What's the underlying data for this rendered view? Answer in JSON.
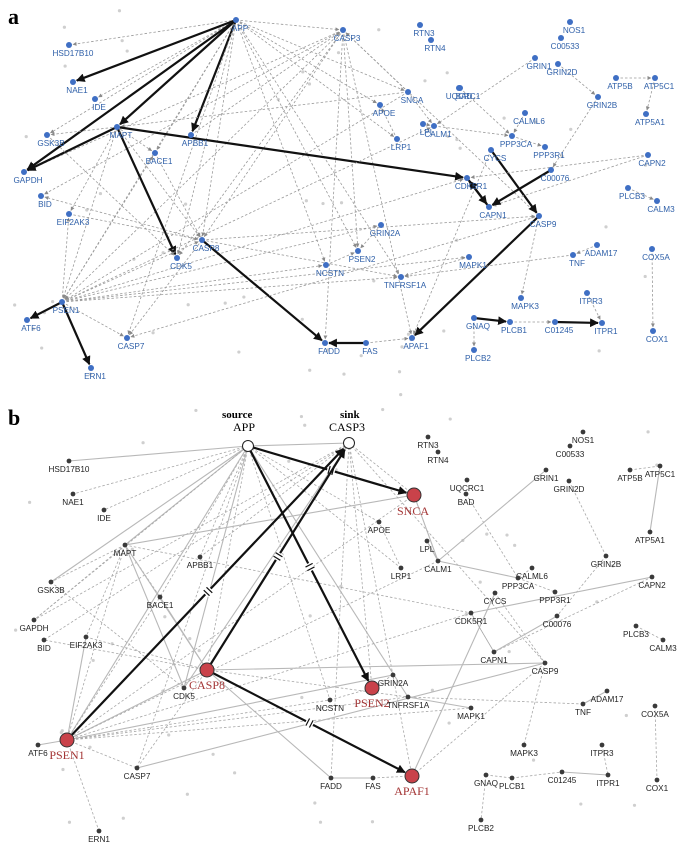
{
  "panels": [
    {
      "id": "a",
      "label": "a"
    },
    {
      "id": "b",
      "label": "b"
    }
  ],
  "legend_b": {
    "source_word": "source",
    "source_node": "APP",
    "sink_word": "sink",
    "sink_node": "CASP3"
  },
  "colors": {
    "node_a": "#3f6fc4",
    "label_a": "#2e5fa8",
    "node_b": "#3a3a3a",
    "highlight_fill": "#c9424a",
    "highlight_label": "#a33434",
    "edge_light": "#9a9a9a",
    "edge_bold": "#111111"
  },
  "nodes": [
    {
      "id": "APP",
      "a": [
        236,
        20
      ],
      "b": [
        248,
        446
      ]
    },
    {
      "id": "HSD17B10",
      "a": [
        69,
        45
      ],
      "b": [
        69,
        461
      ]
    },
    {
      "id": "NAE1",
      "a": [
        73,
        82
      ],
      "b": [
        73,
        494
      ]
    },
    {
      "id": "IDE",
      "a": [
        95,
        99
      ],
      "b": [
        104,
        510
      ]
    },
    {
      "id": "CASP3",
      "a": [
        343,
        30
      ],
      "b": [
        349,
        443
      ]
    },
    {
      "id": "RTN3",
      "a": [
        420,
        25
      ],
      "b": [
        428,
        437
      ]
    },
    {
      "id": "RTN4",
      "a": [
        431,
        40
      ],
      "b": [
        438,
        452
      ]
    },
    {
      "id": "UQCRC1",
      "a": [
        459,
        88
      ],
      "b": [
        467,
        480
      ]
    },
    {
      "id": "NOS1",
      "a": [
        570,
        22
      ],
      "b": [
        583,
        432
      ]
    },
    {
      "id": "C00533",
      "a": [
        561,
        38
      ],
      "b": [
        570,
        446
      ]
    },
    {
      "id": "GRIN1",
      "a": [
        535,
        58
      ],
      "b": [
        546,
        470
      ]
    },
    {
      "id": "GRIN2D",
      "a": [
        558,
        64
      ],
      "b": [
        569,
        481
      ]
    },
    {
      "id": "ATP5B",
      "a": [
        616,
        78
      ],
      "b": [
        630,
        470
      ]
    },
    {
      "id": "ATP5C1",
      "a": [
        655,
        78
      ],
      "b": [
        660,
        466
      ]
    },
    {
      "id": "BAD",
      "a": [
        460,
        88
      ],
      "b": [
        466,
        494
      ]
    },
    {
      "id": "SNCA",
      "a": [
        408,
        92
      ],
      "b": [
        414,
        495
      ]
    },
    {
      "id": "APOE",
      "a": [
        380,
        105
      ],
      "b": [
        379,
        522
      ]
    },
    {
      "id": "GRIN2B",
      "a": [
        598,
        97
      ],
      "b": [
        606,
        556
      ]
    },
    {
      "id": "ATP5A1",
      "a": [
        646,
        114
      ],
      "b": [
        650,
        532
      ]
    },
    {
      "id": "CALML6",
      "a": [
        525,
        113
      ],
      "b": [
        532,
        568
      ]
    },
    {
      "id": "MAPT",
      "a": [
        117,
        127
      ],
      "b": [
        125,
        545
      ]
    },
    {
      "id": "APBB1",
      "a": [
        191,
        135
      ],
      "b": [
        200,
        557
      ]
    },
    {
      "id": "LPL",
      "a": [
        423,
        124
      ],
      "b": [
        427,
        541
      ]
    },
    {
      "id": "CALM1",
      "a": [
        434,
        126
      ],
      "b": [
        438,
        561
      ]
    },
    {
      "id": "PPP3CA",
      "a": [
        512,
        136
      ],
      "b": [
        518,
        578
      ]
    },
    {
      "id": "LRP1",
      "a": [
        397,
        139
      ],
      "b": [
        401,
        568
      ]
    },
    {
      "id": "GSK3B",
      "a": [
        47,
        135
      ],
      "b": [
        51,
        582
      ]
    },
    {
      "id": "PPP3R1",
      "a": [
        545,
        147
      ],
      "b": [
        555,
        592
      ]
    },
    {
      "id": "CYCS",
      "a": [
        491,
        150
      ],
      "b": [
        495,
        593
      ]
    },
    {
      "id": "BACE1",
      "a": [
        155,
        153
      ],
      "b": [
        160,
        597
      ]
    },
    {
      "id": "CAPN2",
      "a": [
        648,
        155
      ],
      "b": [
        652,
        577
      ]
    },
    {
      "id": "C00076",
      "a": [
        551,
        170
      ],
      "b": [
        557,
        616
      ]
    },
    {
      "id": "CDK5R1",
      "a": [
        467,
        178
      ],
      "b": [
        471,
        613
      ]
    },
    {
      "id": "GAPDH",
      "a": [
        24,
        172
      ],
      "b": [
        34,
        620
      ]
    },
    {
      "id": "PLCB3",
      "a": [
        628,
        188
      ],
      "b": [
        636,
        626
      ]
    },
    {
      "id": "CALM3",
      "a": [
        657,
        201
      ],
      "b": [
        663,
        640
      ]
    },
    {
      "id": "BID",
      "a": [
        41,
        196
      ],
      "b": [
        44,
        640
      ]
    },
    {
      "id": "EIF2AK3",
      "a": [
        69,
        214
      ],
      "b": [
        86,
        637
      ]
    },
    {
      "id": "CAPN1",
      "a": [
        489,
        207
      ],
      "b": [
        494,
        652
      ]
    },
    {
      "id": "CASP9",
      "a": [
        539,
        216
      ],
      "b": [
        545,
        663
      ]
    },
    {
      "id": "CASP8",
      "a": [
        202,
        240
      ],
      "b": [
        207,
        670
      ]
    },
    {
      "id": "GRIN2A",
      "a": [
        381,
        225
      ],
      "b": [
        393,
        675
      ]
    },
    {
      "id": "PSEN2",
      "a": [
        358,
        251
      ],
      "b": [
        372,
        688
      ]
    },
    {
      "id": "NCSTN",
      "a": [
        326,
        265
      ],
      "b": [
        330,
        700
      ]
    },
    {
      "id": "CDK5",
      "a": [
        177,
        258
      ],
      "b": [
        184,
        688
      ]
    },
    {
      "id": "TNFRSF1A",
      "a": [
        401,
        277
      ],
      "b": [
        408,
        697
      ]
    },
    {
      "id": "MAPK1",
      "a": [
        469,
        257
      ],
      "b": [
        471,
        708
      ]
    },
    {
      "id": "TNF",
      "a": [
        573,
        255
      ],
      "b": [
        583,
        704
      ]
    },
    {
      "id": "ADAM17",
      "a": [
        597,
        245
      ],
      "b": [
        607,
        691
      ]
    },
    {
      "id": "COX5A",
      "a": [
        652,
        249
      ],
      "b": [
        655,
        706
      ]
    },
    {
      "id": "PSEN1",
      "a": [
        62,
        302
      ],
      "b": [
        67,
        740
      ]
    },
    {
      "id": "ATF6",
      "a": [
        27,
        320
      ],
      "b": [
        38,
        745
      ]
    },
    {
      "id": "MAPK3",
      "a": [
        521,
        298
      ],
      "b": [
        524,
        745
      ]
    },
    {
      "id": "ITPR3",
      "a": [
        587,
        293
      ],
      "b": [
        602,
        745
      ]
    },
    {
      "id": "CASP7",
      "a": [
        127,
        338
      ],
      "b": [
        137,
        768
      ]
    },
    {
      "id": "FADD",
      "a": [
        325,
        343
      ],
      "b": [
        331,
        778
      ]
    },
    {
      "id": "FAS",
      "a": [
        366,
        343
      ],
      "b": [
        373,
        778
      ]
    },
    {
      "id": "APAF1",
      "a": [
        412,
        338
      ],
      "b": [
        412,
        776
      ]
    },
    {
      "id": "C01245",
      "a": [
        555,
        322
      ],
      "b": [
        562,
        772
      ]
    },
    {
      "id": "ITPR1",
      "a": [
        602,
        323
      ],
      "b": [
        608,
        775
      ]
    },
    {
      "id": "PLCB1",
      "a": [
        510,
        322
      ],
      "b": [
        512,
        778
      ]
    },
    {
      "id": "GNAQ",
      "a": [
        474,
        318
      ],
      "b": [
        486,
        775
      ]
    },
    {
      "id": "COX1",
      "a": [
        653,
        331
      ],
      "b": [
        657,
        780
      ]
    },
    {
      "id": "PLCB2",
      "a": [
        474,
        350
      ],
      "b": [
        481,
        820
      ]
    },
    {
      "id": "ERN1",
      "a": [
        91,
        368
      ],
      "b": [
        99,
        831
      ]
    }
  ],
  "highlighted_b": [
    "PSEN1",
    "CASP8",
    "SNCA",
    "PSEN2",
    "APAF1"
  ],
  "edges": [
    [
      "APP",
      "HSD17B10"
    ],
    [
      "APP",
      "NAE1"
    ],
    [
      "APP",
      "IDE"
    ],
    [
      "APP",
      "MAPT"
    ],
    [
      "APP",
      "APBB1"
    ],
    [
      "APP",
      "BACE1"
    ],
    [
      "APP",
      "CASP3"
    ],
    [
      "APP",
      "APOE"
    ],
    [
      "APP",
      "LRP1"
    ],
    [
      "APP",
      "GSK3B"
    ],
    [
      "APP",
      "GAPDH"
    ],
    [
      "APP",
      "CASP8"
    ],
    [
      "APP",
      "CDK5"
    ],
    [
      "APP",
      "PSEN2"
    ],
    [
      "APP",
      "NCSTN"
    ],
    [
      "APP",
      "PSEN1"
    ],
    [
      "APP",
      "CASP7"
    ],
    [
      "APP",
      "SNCA"
    ],
    [
      "APP",
      "TNFRSF1A"
    ],
    [
      "CASP3",
      "APAF1"
    ],
    [
      "CASP3",
      "PSEN2"
    ],
    [
      "CASP3",
      "CDK5"
    ],
    [
      "CASP3",
      "GAPDH"
    ],
    [
      "CASP3",
      "FADD"
    ],
    [
      "CASP3",
      "CASP8"
    ],
    [
      "CASP3",
      "BID"
    ],
    [
      "CASP3",
      "PSEN1"
    ],
    [
      "SNCA",
      "MAPT"
    ],
    [
      "SNCA",
      "CASP3"
    ],
    [
      "SNCA",
      "PSEN1"
    ],
    [
      "SNCA",
      "CALM1"
    ],
    [
      "MAPT",
      "GSK3B"
    ],
    [
      "MAPT",
      "GAPDH"
    ],
    [
      "MAPT",
      "CDK5"
    ],
    [
      "MAPT",
      "CDK5R1"
    ],
    [
      "MAPT",
      "BACE1"
    ],
    [
      "MAPT",
      "CASP8"
    ],
    [
      "MAPT",
      "EIF2AK3"
    ],
    [
      "MAPT",
      "PSEN1"
    ],
    [
      "PSEN1",
      "ATF6"
    ],
    [
      "PSEN1",
      "ERN1"
    ],
    [
      "PSEN1",
      "CASP7"
    ],
    [
      "PSEN1",
      "EIF2AK3"
    ],
    [
      "PSEN1",
      "NCSTN"
    ],
    [
      "PSEN1",
      "BACE1"
    ],
    [
      "PSEN1",
      "CASP8"
    ],
    [
      "PSEN1",
      "CALM1"
    ],
    [
      "PSEN1",
      "CDK5R1"
    ],
    [
      "PSEN1",
      "GRIN2A"
    ],
    [
      "PSEN1",
      "MAPK1"
    ],
    [
      "PSEN1",
      "TNFRSF1A"
    ],
    [
      "CASP8",
      "FADD"
    ],
    [
      "CASP8",
      "BID"
    ],
    [
      "CASP8",
      "CASP7"
    ],
    [
      "CASP8",
      "CASP9"
    ],
    [
      "CASP8",
      "TNFRSF1A"
    ],
    [
      "CASP9",
      "APAF1"
    ],
    [
      "CASP9",
      "CASP7"
    ],
    [
      "CASP9",
      "CASP3"
    ],
    [
      "CASP9",
      "MAPK3"
    ],
    [
      "CYCS",
      "APAF1"
    ],
    [
      "CYCS",
      "CASP9"
    ],
    [
      "BAD",
      "PPP3CA"
    ],
    [
      "CALM1",
      "PPP3CA"
    ],
    [
      "PPP3CA",
      "PPP3R1"
    ],
    [
      "CALML6",
      "PPP3CA"
    ],
    [
      "GRIN1",
      "CALM1"
    ],
    [
      "GRIN2D",
      "GRIN2B"
    ],
    [
      "GRIN2B",
      "C00076"
    ],
    [
      "CAPN2",
      "CDK5R1"
    ],
    [
      "CAPN2",
      "CAPN1"
    ],
    [
      "CAPN1",
      "CDK5R1"
    ],
    [
      "C00076",
      "CAPN1"
    ],
    [
      "CDK5R1",
      "CAPN1"
    ],
    [
      "ATP5B",
      "ATP5C1"
    ],
    [
      "ATP5C1",
      "ATP5A1"
    ],
    [
      "PLCB3",
      "CALM3"
    ],
    [
      "COX5A",
      "COX1"
    ],
    [
      "FAS",
      "FADD"
    ],
    [
      "FAS",
      "APAF1"
    ],
    [
      "TNF",
      "TNFRSF1A"
    ],
    [
      "ADAM17",
      "TNF"
    ],
    [
      "GNAQ",
      "PLCB1"
    ],
    [
      "PLCB1",
      "C01245"
    ],
    [
      "C01245",
      "ITPR1"
    ],
    [
      "ITPR3",
      "ITPR1"
    ],
    [
      "GNAQ",
      "PLCB2"
    ],
    [
      "MAPK1",
      "TNFRSF1A"
    ],
    [
      "GRIN2A",
      "PSEN2"
    ],
    [
      "LRP1",
      "APOE"
    ],
    [
      "LPL",
      "CALM1"
    ],
    [
      "GSK3B",
      "CDK5"
    ],
    [
      "EIF2AK3",
      "CASP8"
    ],
    [
      "BACE1",
      "CASP8"
    ],
    [
      "APBB1",
      "CASP3"
    ],
    [
      "NCSTN",
      "PSEN2"
    ]
  ],
  "bold_edges_a": [
    [
      "APP",
      "NAE1"
    ],
    [
      "APP",
      "MAPT"
    ],
    [
      "APP",
      "APBB1"
    ],
    [
      "MAPT",
      "CDK5R1"
    ],
    [
      "MAPT",
      "GAPDH"
    ],
    [
      "MAPT",
      "CDK5"
    ],
    [
      "EIF2AK3",
      "BID"
    ],
    [
      "PSEN1",
      "ATF6"
    ],
    [
      "PSEN1",
      "ERN1"
    ],
    [
      "CASP3",
      "PPP3CA"
    ],
    [
      "CASP8",
      "FADD"
    ],
    [
      "CASP9",
      "APAF1"
    ],
    [
      "CYCS",
      "CASP9"
    ],
    [
      "CAPN1",
      "CDK5R1"
    ],
    [
      "C00076",
      "CAPN1"
    ],
    [
      "FAS",
      "FADD"
    ],
    [
      "GNAQ",
      "PLCB1"
    ],
    [
      "C01245",
      "ITPR1"
    ],
    [
      "APP",
      "GAPDH"
    ],
    [
      "BAD",
      "CAPN1"
    ],
    [
      "SNCA",
      "CASP9"
    ]
  ],
  "paths_b": [
    [
      "APP",
      "SNCA"
    ],
    [
      "APP",
      "PSEN2"
    ],
    [
      "PSEN1",
      "CASP3"
    ],
    [
      "CASP8",
      "CASP3"
    ],
    [
      "CASP8",
      "APAF1"
    ]
  ]
}
